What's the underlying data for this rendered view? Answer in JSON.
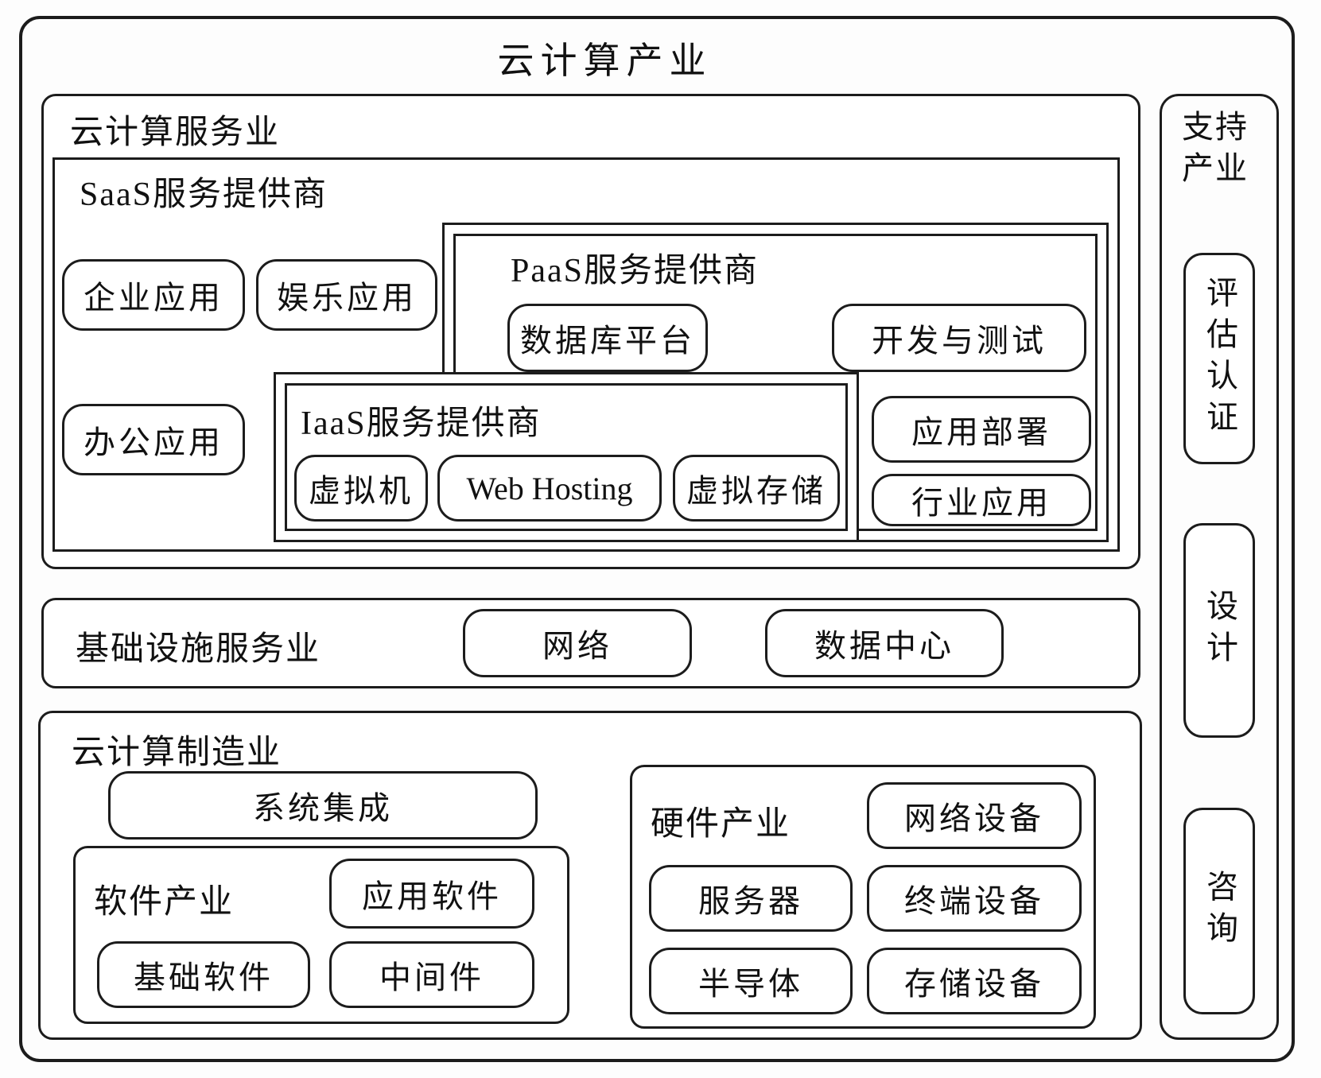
{
  "title": "云计算产业",
  "service": {
    "label": "云计算服务业",
    "saas": {
      "label": "SaaS服务提供商",
      "pills": [
        "企业应用",
        "娱乐应用",
        "办公应用"
      ]
    },
    "paas": {
      "label": "PaaS服务提供商",
      "pills": [
        "数据库平台",
        "开发与测试",
        "应用部署",
        "行业应用"
      ]
    },
    "iaas": {
      "label": "IaaS服务提供商",
      "pills": [
        "虚拟机",
        "Web Hosting",
        "虚拟存储"
      ]
    }
  },
  "infrastructure": {
    "label": "基础设施服务业",
    "pills": [
      "网络",
      "数据中心"
    ]
  },
  "manufacturing": {
    "label": "云计算制造业",
    "system_integration": "系统集成",
    "software": {
      "label": "软件产业",
      "pills": [
        "应用软件",
        "基础软件",
        "中间件"
      ]
    },
    "hardware": {
      "label": "硬件产业",
      "pills": [
        "网络设备",
        "服务器",
        "终端设备",
        "半导体",
        "存储设备"
      ]
    }
  },
  "support": {
    "label": "支持产业",
    "items": [
      "评估认证",
      "设计",
      "咨询"
    ]
  },
  "colors": {
    "line": "#1c1c1c",
    "background": "#fdfdfd"
  }
}
